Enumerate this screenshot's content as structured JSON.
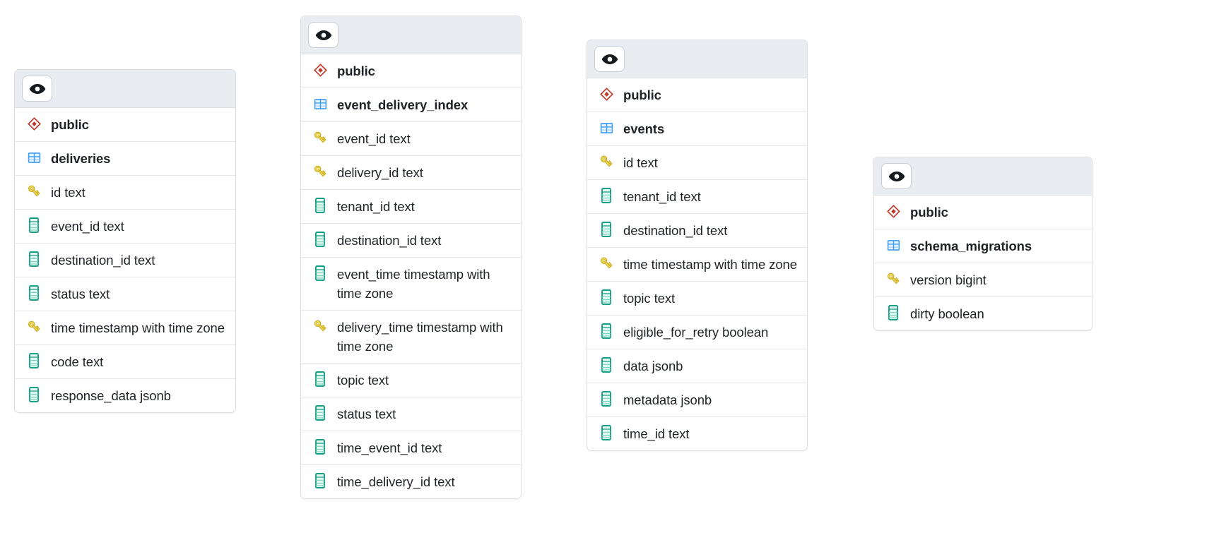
{
  "theme": {
    "card_background": "#ffffff",
    "card_border": "#dcdfe4",
    "header_background": "#e9edf2",
    "row_divider": "#e4e7ec",
    "text_color": "#1f2328",
    "schema_icon_color": "#c0392b",
    "table_icon_color": "#3b9cf5",
    "key_icon_color": "#e6c229",
    "column_icon_color": "#16a085"
  },
  "icons": {
    "eye": "eye-icon",
    "schema": "schema-diamond-icon",
    "table": "table-grid-icon",
    "key": "key-icon",
    "column": "column-icon"
  },
  "cards": [
    {
      "id": "deliveries",
      "header_button_label": "eye-icon",
      "rows": [
        {
          "icon": "schema",
          "label": "public",
          "bold": true
        },
        {
          "icon": "table",
          "label": "deliveries",
          "bold": true
        },
        {
          "icon": "key",
          "label": "id text",
          "bold": false
        },
        {
          "icon": "column",
          "label": "event_id text",
          "bold": false
        },
        {
          "icon": "column",
          "label": "destination_id text",
          "bold": false
        },
        {
          "icon": "column",
          "label": "status text",
          "bold": false
        },
        {
          "icon": "key",
          "label": "time timestamp with time zone",
          "bold": false
        },
        {
          "icon": "column",
          "label": "code text",
          "bold": false
        },
        {
          "icon": "column",
          "label": "response_data jsonb",
          "bold": false
        }
      ]
    },
    {
      "id": "event_delivery_index",
      "header_button_label": "eye-icon",
      "rows": [
        {
          "icon": "schema",
          "label": "public",
          "bold": true
        },
        {
          "icon": "table",
          "label": "event_delivery_index",
          "bold": true
        },
        {
          "icon": "key",
          "label": "event_id text",
          "bold": false
        },
        {
          "icon": "key",
          "label": "delivery_id text",
          "bold": false
        },
        {
          "icon": "column",
          "label": "tenant_id text",
          "bold": false
        },
        {
          "icon": "column",
          "label": "destination_id text",
          "bold": false
        },
        {
          "icon": "column",
          "label": "event_time timestamp with time zone",
          "bold": false
        },
        {
          "icon": "key",
          "label": "delivery_time timestamp with time zone",
          "bold": false
        },
        {
          "icon": "column",
          "label": "topic text",
          "bold": false
        },
        {
          "icon": "column",
          "label": "status text",
          "bold": false
        },
        {
          "icon": "column",
          "label": "time_event_id text",
          "bold": false
        },
        {
          "icon": "column",
          "label": "time_delivery_id text",
          "bold": false
        }
      ]
    },
    {
      "id": "events",
      "header_button_label": "eye-icon",
      "rows": [
        {
          "icon": "schema",
          "label": "public",
          "bold": true
        },
        {
          "icon": "table",
          "label": "events",
          "bold": true
        },
        {
          "icon": "key",
          "label": "id text",
          "bold": false
        },
        {
          "icon": "column",
          "label": "tenant_id text",
          "bold": false
        },
        {
          "icon": "column",
          "label": "destination_id text",
          "bold": false
        },
        {
          "icon": "key",
          "label": "time timestamp with time zone",
          "bold": false
        },
        {
          "icon": "column",
          "label": "topic text",
          "bold": false
        },
        {
          "icon": "column",
          "label": "eligible_for_retry boolean",
          "bold": false
        },
        {
          "icon": "column",
          "label": "data jsonb",
          "bold": false
        },
        {
          "icon": "column",
          "label": "metadata jsonb",
          "bold": false
        },
        {
          "icon": "column",
          "label": "time_id text",
          "bold": false
        }
      ]
    },
    {
      "id": "schema_migrations",
      "header_button_label": "eye-icon",
      "rows": [
        {
          "icon": "schema",
          "label": "public",
          "bold": true
        },
        {
          "icon": "table",
          "label": "schema_migrations",
          "bold": true
        },
        {
          "icon": "key",
          "label": "version bigint",
          "bold": false
        },
        {
          "icon": "column",
          "label": "dirty boolean",
          "bold": false
        }
      ]
    }
  ]
}
